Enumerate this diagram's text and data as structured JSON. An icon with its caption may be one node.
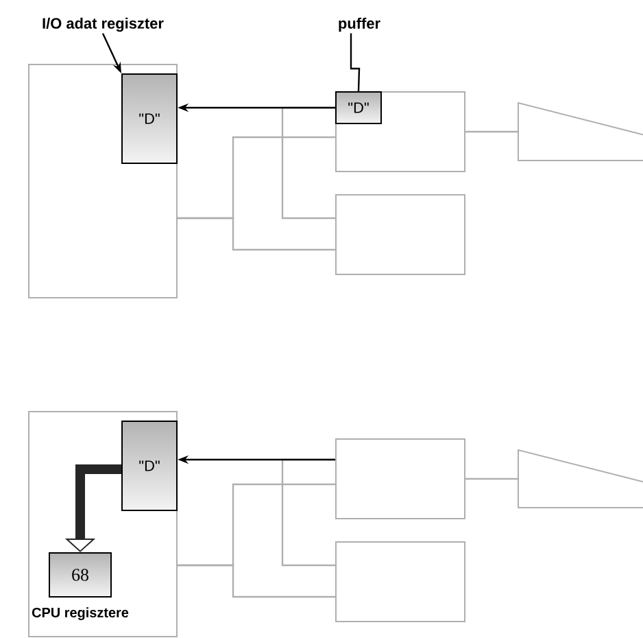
{
  "diagram": {
    "nodes": [
      {
        "text": [],
        "shape": "box"
      },
      {
        "text": [
          "\"D\""
        ],
        "in": 0
      },
      {
        "text": [
          "I/O adat regiszter"
        ]
      },
      {
        "text": [],
        "shape": "box"
      },
      {
        "text": [
          "\"D\""
        ],
        "in": 3
      },
      {
        "text": [
          "puffer"
        ]
      },
      {
        "text": [],
        "shape": "box"
      },
      {
        "text": [],
        "shape": "trapezoid"
      },
      {
        "text": [],
        "shape": "box"
      },
      {
        "text": [
          "\"D\""
        ],
        "in": 8
      },
      {
        "text": [
          "68"
        ],
        "in": 8,
        "beside": [
          "CPU regisztere"
        ]
      },
      {
        "text": [],
        "shape": "box"
      },
      {
        "text": [],
        "shape": "box"
      },
      {
        "text": [],
        "shape": "trapezoid"
      }
    ],
    "edges": [
      {
        "from": 4,
        "to": 1,
        "arrow": "to",
        "color": "#000000"
      },
      {
        "from": 0,
        "to": 3,
        "arrow": "none"
      },
      {
        "from": 0,
        "to": 6,
        "arrow": "none"
      },
      {
        "from": 4,
        "to": 6,
        "arrow": "none"
      },
      {
        "from": 3,
        "to": 7,
        "arrow": "none"
      },
      {
        "from": 2,
        "to": 1,
        "arrow": "to",
        "color": "#000000"
      },
      {
        "from": 5,
        "to": 4,
        "arrow": "none",
        "color": "#000000"
      },
      {
        "from": 11,
        "to": 9,
        "arrow": "to",
        "color": "#000000"
      },
      {
        "from": 8,
        "to": 11,
        "arrow": "none"
      },
      {
        "from": 8,
        "to": 12,
        "arrow": "none"
      },
      {
        "from": 11,
        "to": 12,
        "arrow": "none"
      },
      {
        "from": 11,
        "to": 13,
        "arrow": "none"
      },
      {
        "from": 9,
        "to": 10,
        "arrow": "to",
        "style": "thick",
        "color": "#262626"
      }
    ]
  }
}
